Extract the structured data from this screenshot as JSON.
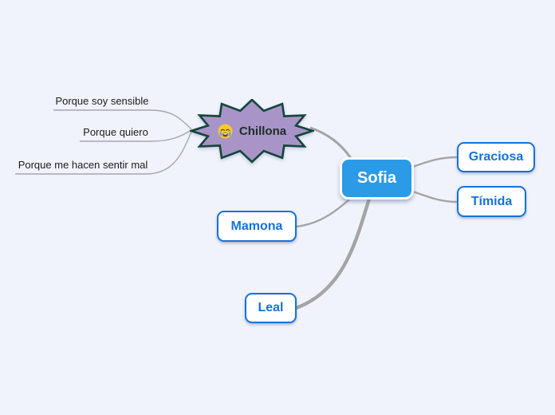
{
  "app": {
    "type": "mind-map-canvas",
    "background_color": "#f0f3fc",
    "branch_color": "#a6a6aa"
  },
  "mindmap": {
    "root": {
      "label": "Sofia",
      "fill_color": "#2b9ae7",
      "text_color": "#ffffff"
    },
    "nodes": {
      "chillona": {
        "label": "Chillona",
        "emoji": "😭",
        "emoji_name": "loudly-crying-face",
        "shape": "starburst",
        "fill_color": "#a894c7",
        "border_color": "#15453a",
        "text_color": "#1c2e28"
      },
      "graciosa": {
        "label": "Graciosa",
        "border_color": "#1372dc",
        "text_color": "#1372dc"
      },
      "timida": {
        "label": "Tímida",
        "border_color": "#1372dc",
        "text_color": "#1372dc"
      },
      "mamona": {
        "label": "Mamona",
        "border_color": "#1372dc",
        "text_color": "#1372dc"
      },
      "leal": {
        "label": "Leal",
        "border_color": "#1372dc",
        "text_color": "#1372dc"
      }
    },
    "chillona_children": [
      {
        "label": "Porque soy sensible"
      },
      {
        "label": "Porque quiero"
      },
      {
        "label": "Porque me hacen sentir mal"
      }
    ]
  }
}
